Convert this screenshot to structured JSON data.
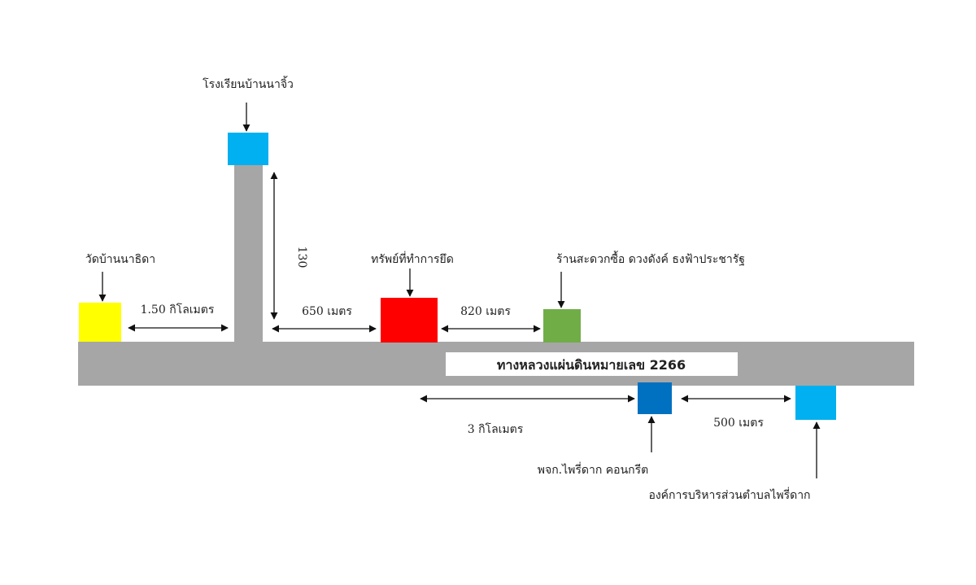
{
  "colors": {
    "road": "#a6a6a6",
    "road_label_box": "#ffffff",
    "arrow": "#111111",
    "wat": "#ffff00",
    "school": "#00b0f0",
    "property": "#ff0000",
    "store": "#70ad47",
    "police": "#0070c0",
    "tao": "#00b0f0"
  },
  "road": {
    "label": "ทางหลวงแผ่นดินหมายเลข 2266"
  },
  "places": {
    "school": {
      "label": "โรงเรียนบ้านนาจิ้ว"
    },
    "wat": {
      "label": "วัดบ้านนาธิดา"
    },
    "property": {
      "label": "ทรัพย์ที่ทำการยึด"
    },
    "store": {
      "label": "ร้านสะดวกซื้อ ดวงดังค์ ธงฟ้าประชารัฐ"
    },
    "police": {
      "label": "พจก.ไพรี่ดาก คอนกรีต"
    },
    "tao": {
      "label": "องค์การบริหารส่วนตำบลไพรี่ดาก"
    }
  },
  "distances": {
    "wat_to_junction": "1.50 กิโลเมตร",
    "school_branch": "130",
    "junction_to_property": "650 เมตร",
    "property_to_store": "820 เมตร",
    "to_police": "3 กิโลเมตร",
    "police_to_tao": "500 เมตร"
  }
}
